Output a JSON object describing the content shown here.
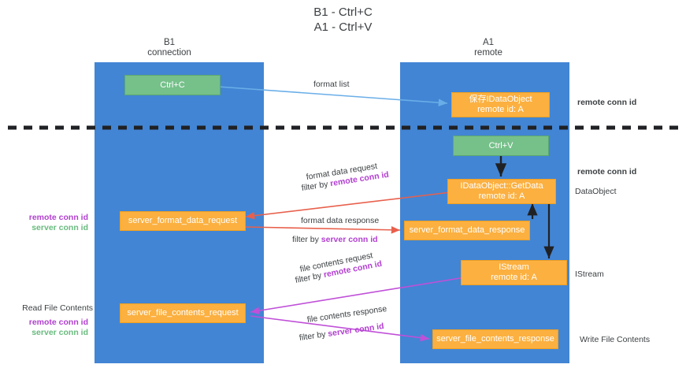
{
  "title": "B1 - Ctrl+C\nA1 - Ctrl+V",
  "columns": [
    {
      "name": "left-column",
      "label": "B1\nconnection"
    },
    {
      "name": "right-column",
      "label": "A1\nremote"
    }
  ],
  "colors": {
    "lane": "#4285d4",
    "green_box": "#76c08a",
    "orange_box": "#fbb040",
    "purple_text": "#b23fd0",
    "green_text": "#68bb7e",
    "text": "#3c4043",
    "arrow_blue": "#6aaee8",
    "arrow_red": "#e8604c",
    "arrow_magenta": "#c050d8",
    "arrow_black": "#202124",
    "divider": "#202124"
  },
  "boxes": {
    "ctrl_c": "Ctrl+C",
    "ctrl_v": "Ctrl+V",
    "save_dataobject": "保存IDataObject\nremote id: A",
    "getdata": "IDataObject::GetData\nremote id: A",
    "istream": "IStream\nremote id: A",
    "server_format_data_request": "server_format_data_request",
    "server_format_data_response": "server_format_data_response",
    "server_file_contents_request": "server_file_contents_request",
    "server_file_contents_response": "server_file_contents_response"
  },
  "arrow_labels": {
    "format_list": "format list",
    "format_data_request": "format data request",
    "format_data_request_filter_prefix": "filter by ",
    "format_data_request_filter_key": "remote conn id",
    "format_data_response": "format data response",
    "format_data_response_filter_prefix": "filter by ",
    "format_data_response_filter_key": "server conn id",
    "file_contents_request": "file contents request",
    "file_contents_request_filter_prefix": "filter by ",
    "file_contents_request_filter_key": "remote conn id",
    "file_contents_response": "file contents response",
    "file_contents_response_filter_prefix": "filter by ",
    "file_contents_response_filter_key": "server conn id"
  },
  "right_annotations": {
    "remote_conn_id_top": "remote conn id",
    "remote_conn_id_mid": "remote conn id",
    "dataobject": "DataObject",
    "istream": "IStream",
    "write_file_contents": "Write File Contents"
  },
  "left_annotations": {
    "keys_mid_remote": "remote conn id",
    "keys_mid_server": "server conn id",
    "read_file_contents": "Read File Contents",
    "keys_bottom_remote": "remote conn id",
    "keys_bottom_server": "server conn id"
  }
}
